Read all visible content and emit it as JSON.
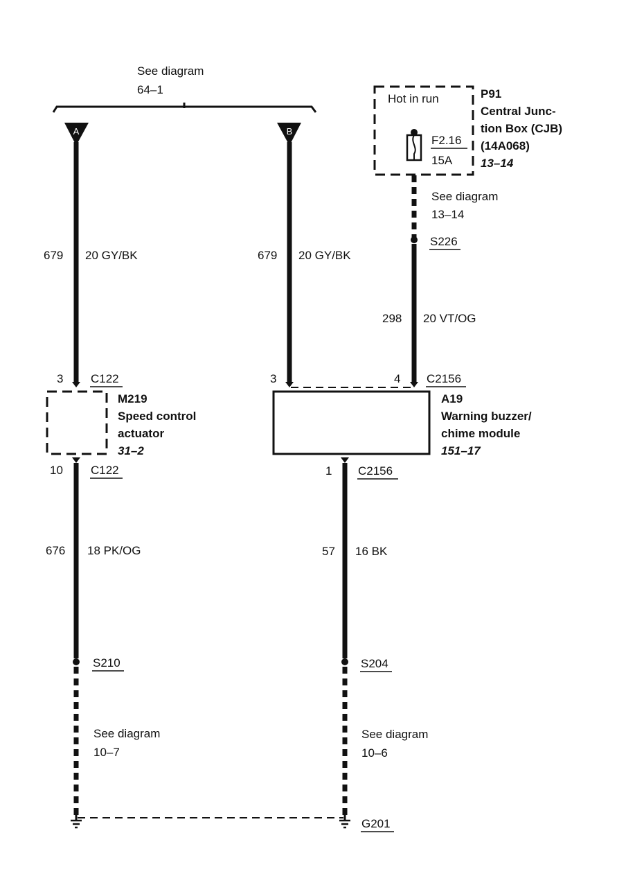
{
  "top_ref": {
    "line1": "See diagram",
    "line2": "64–1"
  },
  "connectors": {
    "a": "A",
    "b": "B"
  },
  "fuse_box": {
    "hot_label": "Hot in run",
    "fuse_id": "F2.16",
    "fuse_rating": "15A",
    "id": "P91",
    "name_line1": "Central Junc-",
    "name_line2": "tion Box (CJB)",
    "part_no": "(14A068)",
    "page_ref": "13–14"
  },
  "fuse_ref": {
    "line1": "See diagram",
    "line2": "13–14"
  },
  "splices": {
    "s226": "S226",
    "s210": "S210",
    "s204": "S204"
  },
  "wires": {
    "a_circuit": "679",
    "a_spec": "20 GY/BK",
    "b_circuit": "679",
    "b_spec": "20 GY/BK",
    "vt_circuit": "298",
    "vt_spec": "20 VT/OG",
    "pk_circuit": "676",
    "pk_spec": "18 PK/OG",
    "bk_circuit": "57",
    "bk_spec": "16 BK"
  },
  "actuator": {
    "pin_top": "3",
    "conn_top": "C122",
    "pin_bottom": "10",
    "conn_bottom": "C122",
    "id": "M219",
    "name_line1": "Speed control",
    "name_line2": "actuator",
    "page_ref": "31–2"
  },
  "buzzer": {
    "pin_left": "3",
    "pin_right": "4",
    "conn_top": "C2156",
    "pin_bottom": "1",
    "conn_bottom": "C2156",
    "id": "A19",
    "name_line1": "Warning buzzer/",
    "name_line2": "chime module",
    "page_ref": "151–17"
  },
  "bottom_refs": {
    "left_line1": "See diagram",
    "left_line2": "10–7",
    "right_line1": "See diagram",
    "right_line2": "10–6"
  },
  "ground": "G201"
}
